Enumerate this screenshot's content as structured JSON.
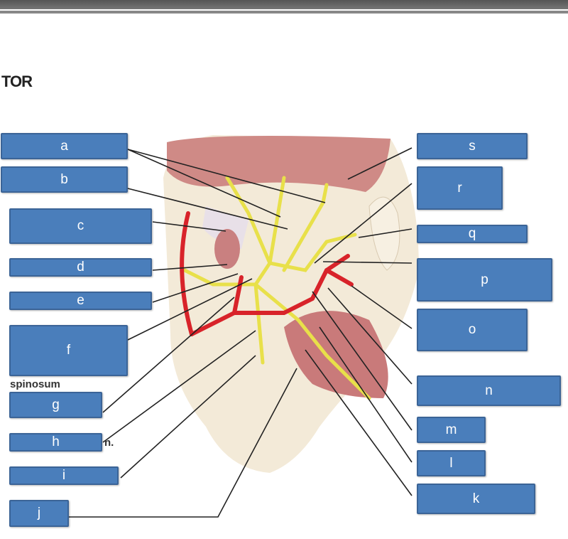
{
  "heading_fragment": "TOR",
  "text_fragments": {
    "spinosum": "spinosum",
    "n": "n."
  },
  "labels": [
    "a",
    "b",
    "c",
    "d",
    "e",
    "f",
    "g",
    "h",
    "i",
    "j",
    "k",
    "l",
    "m",
    "n",
    "o",
    "p",
    "q",
    "r",
    "s"
  ],
  "colors": {
    "label_fill": "#4a7ebb",
    "label_border": "#3b6497",
    "nerve": "#e8e04a",
    "artery": "#d8232a",
    "muscle": "#c97a7a"
  }
}
